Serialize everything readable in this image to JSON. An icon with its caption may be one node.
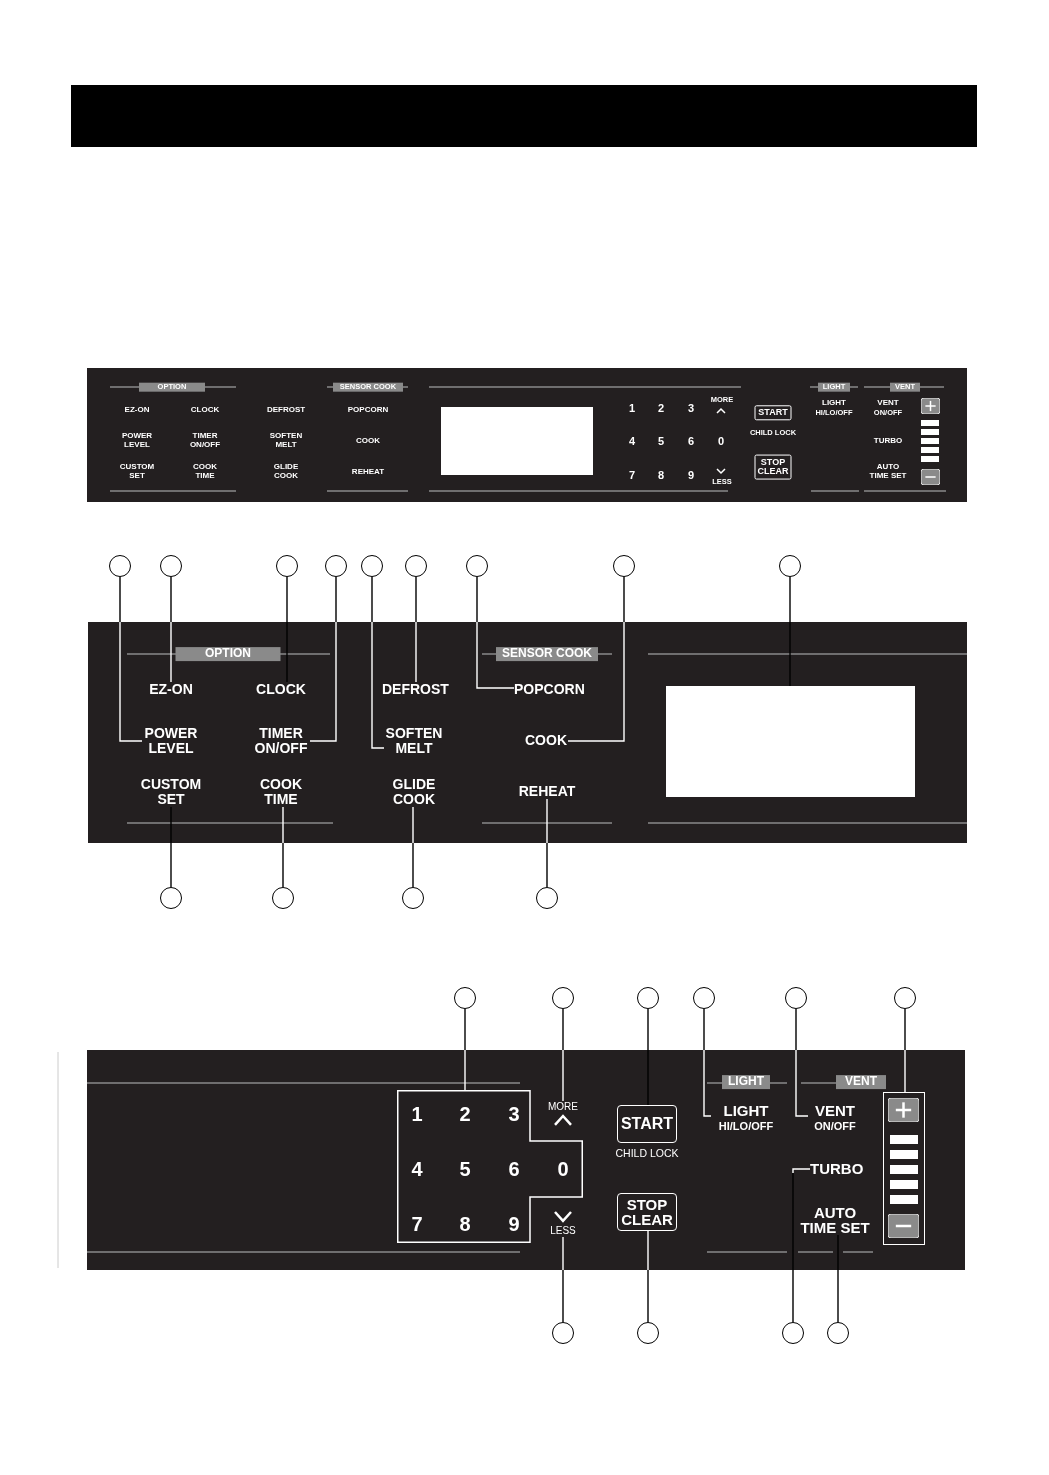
{
  "diagram": {
    "nodes": [
      {
        "text": [],
        "shape": "circle"
      },
      {
        "text": [],
        "shape": "circle"
      },
      {
        "text": [],
        "shape": "circle"
      },
      {
        "text": [],
        "shape": "circle"
      },
      {
        "text": [],
        "shape": "circle"
      },
      {
        "text": [],
        "shape": "circle"
      },
      {
        "text": [],
        "shape": "circle"
      },
      {
        "text": [],
        "shape": "circle"
      },
      {
        "text": [],
        "shape": "circle"
      },
      {
        "text": [
          "POWER LEVEL"
        ]
      },
      {
        "text": [
          "EZ-ON"
        ]
      },
      {
        "text": [
          "CLOCK"
        ]
      },
      {
        "text": [
          "TIMER ON/OFF"
        ]
      },
      {
        "text": [
          "SOFTEN MELT"
        ]
      },
      {
        "text": [
          "DEFROST"
        ]
      },
      {
        "text": [
          "POPCORN"
        ]
      },
      {
        "text": [
          "COOK"
        ]
      },
      {
        "text": [],
        "shape": "box"
      },
      {
        "text": [],
        "shape": "circle"
      },
      {
        "text": [],
        "shape": "circle"
      },
      {
        "text": [],
        "shape": "circle"
      },
      {
        "text": [],
        "shape": "circle"
      },
      {
        "text": [
          "CUSTOM SET"
        ]
      },
      {
        "text": [
          "COOK TIME"
        ]
      },
      {
        "text": [
          "GLIDE COOK"
        ]
      },
      {
        "text": [
          "REHEAT"
        ]
      },
      {
        "text": [],
        "shape": "circle"
      },
      {
        "text": [],
        "shape": "circle"
      },
      {
        "text": [],
        "shape": "circle"
      },
      {
        "text": [],
        "shape": "circle"
      },
      {
        "text": [],
        "shape": "circle"
      },
      {
        "text": [],
        "shape": "circle"
      },
      {
        "text": [
          "1",
          "2",
          "3",
          "4",
          "5",
          "6",
          "0",
          "7",
          "8",
          "9"
        ]
      },
      {
        "text": [
          "MORE"
        ]
      },
      {
        "text": [
          "START"
        ],
        "beside": [
          "CHILD LOCK"
        ]
      },
      {
        "text": [
          "LIGHT",
          "HI/LO/OFF"
        ]
      },
      {
        "text": [
          "VENT",
          "ON/OFF"
        ]
      },
      {
        "text": [],
        "shape": "box"
      },
      {
        "text": [],
        "shape": "circle"
      },
      {
        "text": [],
        "shape": "circle"
      },
      {
        "text": [],
        "shape": "circle"
      },
      {
        "text": [],
        "shape": "circle"
      },
      {
        "text": [
          "LESS"
        ]
      },
      {
        "text": [
          "STOP CLEAR"
        ]
      },
      {
        "text": [
          "TURBO"
        ]
      },
      {
        "text": [
          "AUTO TIME SET"
        ]
      },
      {
        "text": [],
        "shape": "box"
      }
    ],
    "edges": [
      {
        "from": 0,
        "to": 9,
        "arrow": "none"
      },
      {
        "from": 1,
        "to": 10,
        "arrow": "none"
      },
      {
        "from": 2,
        "to": 11,
        "arrow": "none"
      },
      {
        "from": 3,
        "to": 12,
        "arrow": "none"
      },
      {
        "from": 4,
        "to": 13,
        "arrow": "none"
      },
      {
        "from": 5,
        "to": 14,
        "arrow": "none"
      },
      {
        "from": 6,
        "to": 15,
        "arrow": "none"
      },
      {
        "from": 7,
        "to": 16,
        "arrow": "none"
      },
      {
        "from": 8,
        "to": 17,
        "arrow": "none"
      },
      {
        "from": 18,
        "to": 22,
        "arrow": "none"
      },
      {
        "from": 19,
        "to": 23,
        "arrow": "none"
      },
      {
        "from": 20,
        "to": 24,
        "arrow": "none"
      },
      {
        "from": 21,
        "to": 25,
        "arrow": "none"
      },
      {
        "from": 26,
        "to": 32,
        "arrow": "none"
      },
      {
        "from": 27,
        "to": 33,
        "arrow": "none"
      },
      {
        "from": 28,
        "to": 34,
        "arrow": "none"
      },
      {
        "from": 29,
        "to": 35,
        "arrow": "none"
      },
      {
        "from": 30,
        "to": 36,
        "arrow": "none"
      },
      {
        "from": 31,
        "to": 37,
        "arrow": "none"
      },
      {
        "from": 38,
        "to": 42,
        "arrow": "none"
      },
      {
        "from": 39,
        "to": 43,
        "arrow": "none"
      },
      {
        "from": 40,
        "to": 44,
        "arrow": "none"
      },
      {
        "from": 41,
        "to": 45,
        "arrow": "none"
      }
    ],
    "labels": [
      "OPTION",
      "EZ-ON",
      "CLOCK",
      "POWER LEVEL",
      "TIMER ON/OFF",
      "CUSTOM SET",
      "COOK TIME",
      "DEFROST",
      "SOFTEN MELT",
      "GLIDE COOK",
      "SENSOR COOK",
      "POPCORN",
      "COOK",
      "REHEAT",
      "1",
      "2",
      "3",
      "MORE",
      "4",
      "5",
      "6",
      "0",
      "7",
      "8",
      "9",
      "LESS",
      "START",
      "CHILD LOCK",
      "STOP CLEAR",
      "LIGHT",
      "LIGHT",
      "HI/LO/OFF",
      "VENT",
      "VENT",
      "ON/OFF",
      "TURBO",
      "AUTO TIME SET",
      "OPTION",
      "SENSOR COOK",
      "LIGHT",
      "VENT"
    ]
  }
}
